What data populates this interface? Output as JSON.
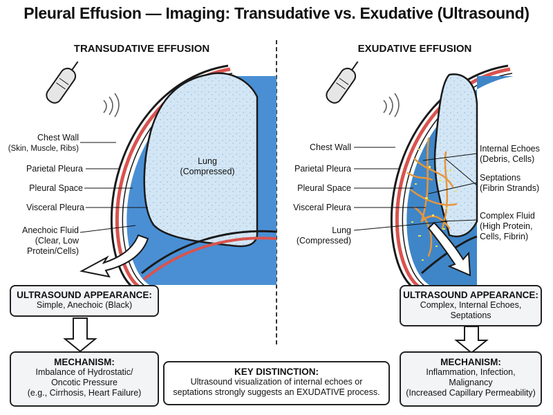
{
  "title": "Pleural Effusion — Imaging: Transudative vs. Exudative (Ultrasound)",
  "left": {
    "heading": "TRANSUDATIVE EFFUSION",
    "labels": {
      "chest_wall": "Chest Wall",
      "chest_wall_sub": "(Skin, Muscle, Ribs)",
      "parietal_pleura": "Parietal Pleura",
      "pleural_space": "Pleural Space",
      "visceral_pleura": "Visceral Pleura",
      "fluid_1": "Anechoic Fluid",
      "fluid_2": "(Clear, Low",
      "fluid_3": "Protein/Cells)",
      "lung_1": "Lung",
      "lung_2": "(Compressed)"
    },
    "appearance": {
      "heading": "ULTRASOUND APPEARANCE:",
      "line1": "Simple, Anechoic (Black)"
    },
    "mechanism": {
      "heading": "MECHANISM:",
      "line1": "Imbalance of Hydrostatic/",
      "line2": "Oncotic Pressure",
      "line3": "(e.g., Cirrhosis, Heart Failure)"
    }
  },
  "right": {
    "heading": "EXUDATIVE EFFUSION",
    "labels": {
      "chest_wall": "Chest Wall",
      "parietal_pleura": "Parietal Pleura",
      "pleural_space": "Pleural Space",
      "visceral_pleura": "Visceral Pleura",
      "lung_1": "Lung",
      "lung_2": "(Compressed)",
      "echoes_1": "Internal Echoes",
      "echoes_2": "(Debris, Cells)",
      "septations_1": "Septations",
      "septations_2": "(Fibrin Strands)",
      "complex_1": "Complex Fluid",
      "complex_2": "(High Protein,",
      "complex_3": "Cells, Fibrin)"
    },
    "appearance": {
      "heading": "ULTRASOUND APPEARANCE:",
      "line1": "Complex, Internal Echoes,",
      "line2": "Septations"
    },
    "mechanism": {
      "heading": "MECHANISM:",
      "line1": "Inflammation, Infection,",
      "line2": "Malignancy",
      "line3": "(Increased Capillary Permeability)"
    }
  },
  "key": {
    "heading": "KEY DISTINCTION:",
    "line1": "Ultrasound visualization of internal echoes or",
    "line2": "septations strongly suggests an EXUDATIVE process."
  },
  "colors": {
    "fluid": "#4a8fd4",
    "lung": "#d3e6f5",
    "pleura_red": "#d9534f",
    "outline": "#1a1a1a",
    "box_bg": "#f3f4f6"
  }
}
